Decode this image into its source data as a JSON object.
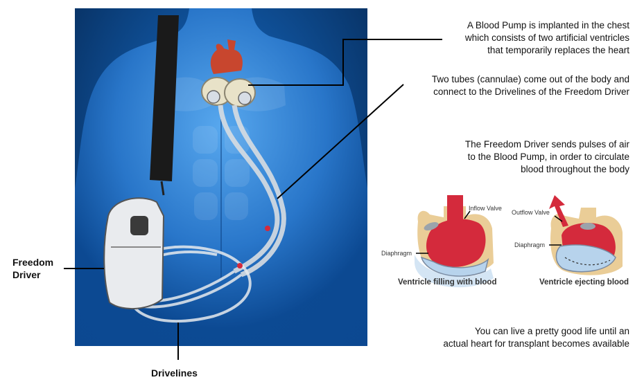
{
  "notes": {
    "blood_pump": [
      "A Blood Pump is implanted in the chest",
      "which consists of two artificial ventricles",
      "that temporarily replaces the heart"
    ],
    "tubes": [
      "Two tubes (cannulae) come out of the body and",
      "connect to the Drivelines of the Freedom Driver"
    ],
    "driver": [
      "The Freedom Driver sends pulses of air",
      "to the Blood Pump, in order  to circulate",
      "blood throughout the body"
    ],
    "life": [
      "You can live a pretty good life until an",
      "actual heart for transplant becomes available"
    ]
  },
  "labels": {
    "freedom_driver": [
      "Freedom",
      "Driver"
    ],
    "drivelines": "Drivelines"
  },
  "ventricle_diagrams": {
    "filling": {
      "caption": "Ventricle filling with blood",
      "valve": "Inflow Valve",
      "diaphragm": "Diaphragm"
    },
    "ejecting": {
      "caption": "Ventricle ejecting blood",
      "valve": "Outflow Valve",
      "diaphragm": "Diaphragm"
    }
  },
  "colors": {
    "background_blue": "#0f4f96",
    "blood_red": "#d42a3c",
    "diaphragm_blue": "#b7d3ec",
    "tissue_tan": "#d9a441"
  }
}
